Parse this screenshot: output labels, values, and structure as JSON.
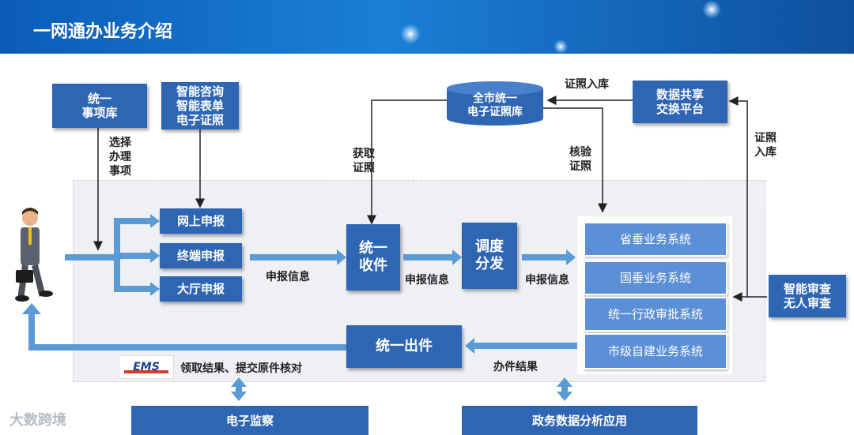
{
  "title": "一网通办业务介绍",
  "boxes": {
    "item_library": "统一\n事项库",
    "smart_services": "智能咨询\n智能表单\n电子证照",
    "online": "网上申报",
    "terminal": "终端申报",
    "hall": "大厅申报",
    "receive": "统一\n收件",
    "dispatch": "调度\n分发",
    "license_db": "全市统一\n电子证照库",
    "data_share": "数据共享\n交换平台",
    "smart_review": "智能审查\n无人审查",
    "output": "统一出件",
    "sys_province": "省垂业务系统",
    "sys_national": "国垂业务系统",
    "sys_admin": "统一行政审批系统",
    "sys_city": "市级自建业务系统",
    "supervision": "电子监察",
    "analytics": "政务数据分析应用"
  },
  "labels": {
    "select": "选择\n办理\n事项",
    "fetch": "获取\n证照",
    "verify": "核验\n证照",
    "license_in_top": "证照入库",
    "license_in_right": "证照\n入库",
    "declare1": "申报信息",
    "declare2": "申报信息",
    "declare3": "申报信息",
    "result": "办件结果",
    "receipt": "领取结果、提交原件核对"
  },
  "ems": "EMS",
  "watermark": "大数跨境",
  "colors": {
    "box": "#2f66b3",
    "light_box": "#5b8fd6",
    "arrow": "#5b9bd5"
  }
}
